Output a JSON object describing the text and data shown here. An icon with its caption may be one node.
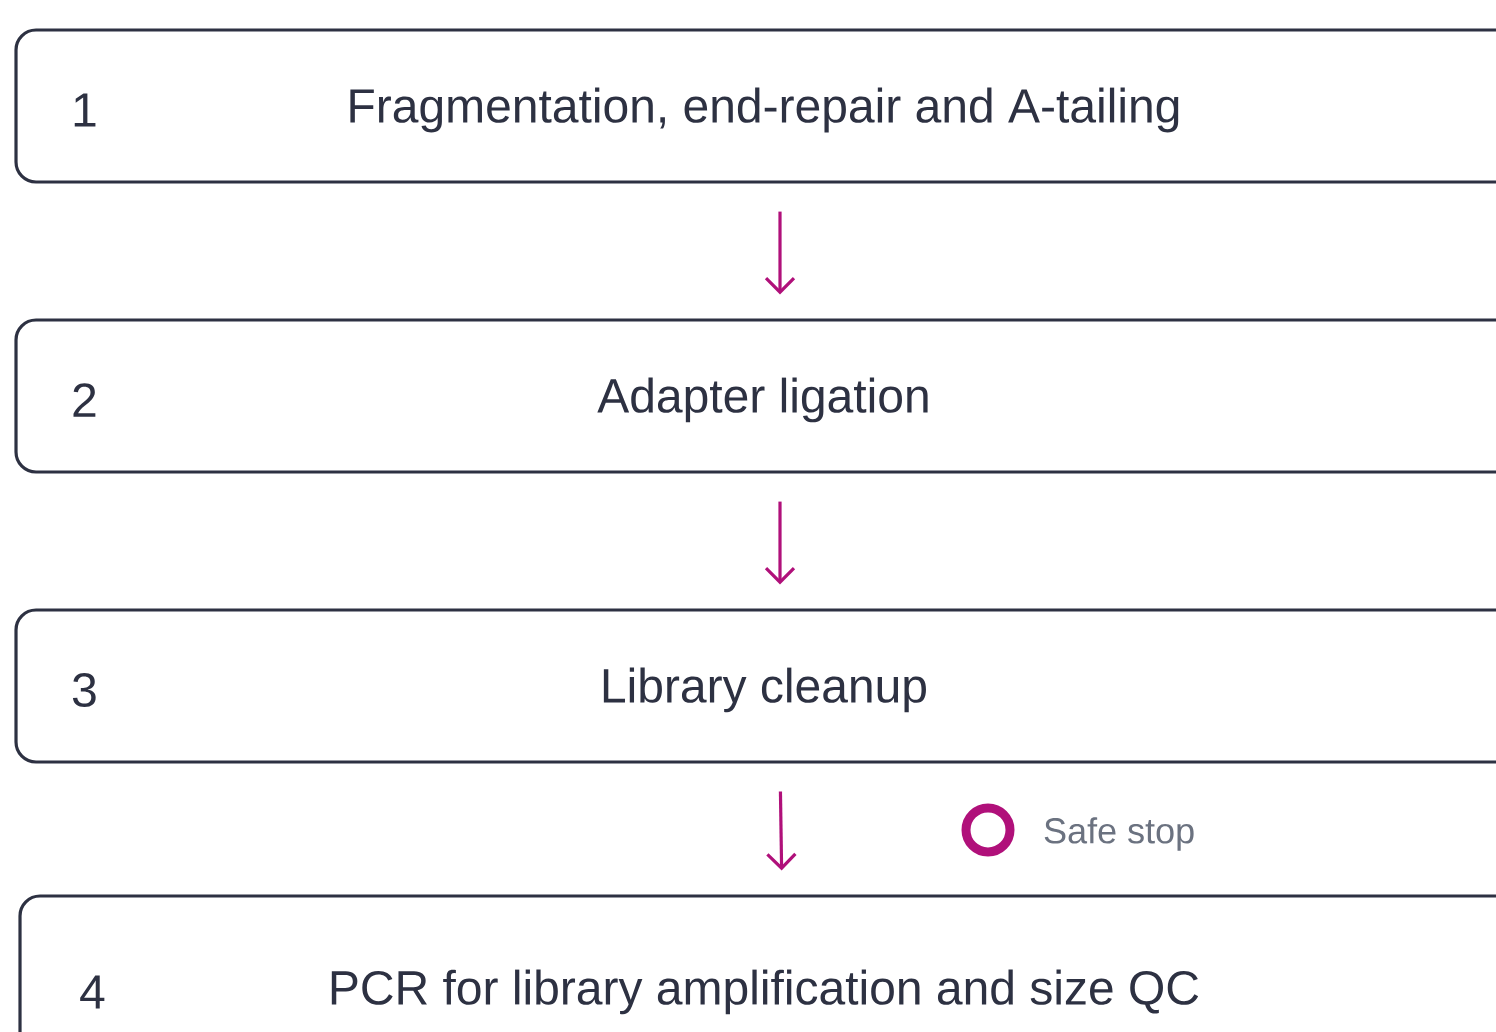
{
  "diagram": {
    "nodes": [
      {
        "text": [
          "1",
          "Fragmentation, end-repair and A-tailing"
        ]
      },
      {
        "text": [
          "2",
          "Adapter ligation"
        ]
      },
      {
        "text": [
          "3",
          "Library cleanup"
        ]
      },
      {
        "text": [
          "4",
          "PCR for library amplification and size QC"
        ]
      }
    ],
    "edges": [
      {
        "from": 0,
        "to": 1,
        "arrow": "to"
      },
      {
        "from": 1,
        "to": 2,
        "arrow": "to"
      },
      {
        "from": 2,
        "to": 3,
        "arrow": "to"
      }
    ],
    "labels": [
      "Safe stop"
    ]
  }
}
